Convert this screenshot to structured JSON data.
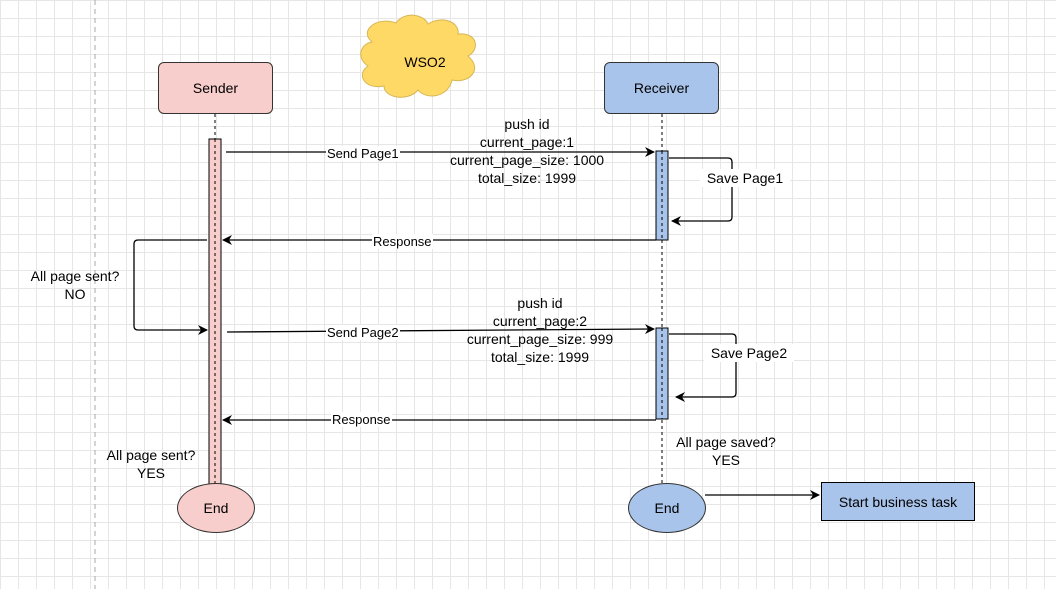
{
  "cloud": {
    "label": "WSO2",
    "color": "#ffd966"
  },
  "participants": {
    "sender": {
      "label": "Sender",
      "color": "#f8cecc"
    },
    "receiver": {
      "label": "Receiver",
      "color": "#a9c4eb"
    }
  },
  "messages": {
    "send_page1": {
      "label": "Send Page1",
      "note": "push id\ncurrent_page:1\ncurrent_page_size: 1000\ntotal_size: 1999"
    },
    "save_page1": "Save Page1",
    "response1": "Response",
    "loop_check": "All page sent?\nNO",
    "send_page2": {
      "label": "Send Page2",
      "note": "push id\ncurrent_page:2\ncurrent_page_size: 999\ntotal_size: 1999"
    },
    "save_page2": "Save Page2",
    "response2": "Response",
    "sender_done": "All page sent?\nYES",
    "receiver_done": "All page saved?\nYES"
  },
  "end_nodes": {
    "sender_end": "End",
    "receiver_end": "End"
  },
  "task": {
    "label": "Start business task",
    "color": "#a9c4eb"
  }
}
